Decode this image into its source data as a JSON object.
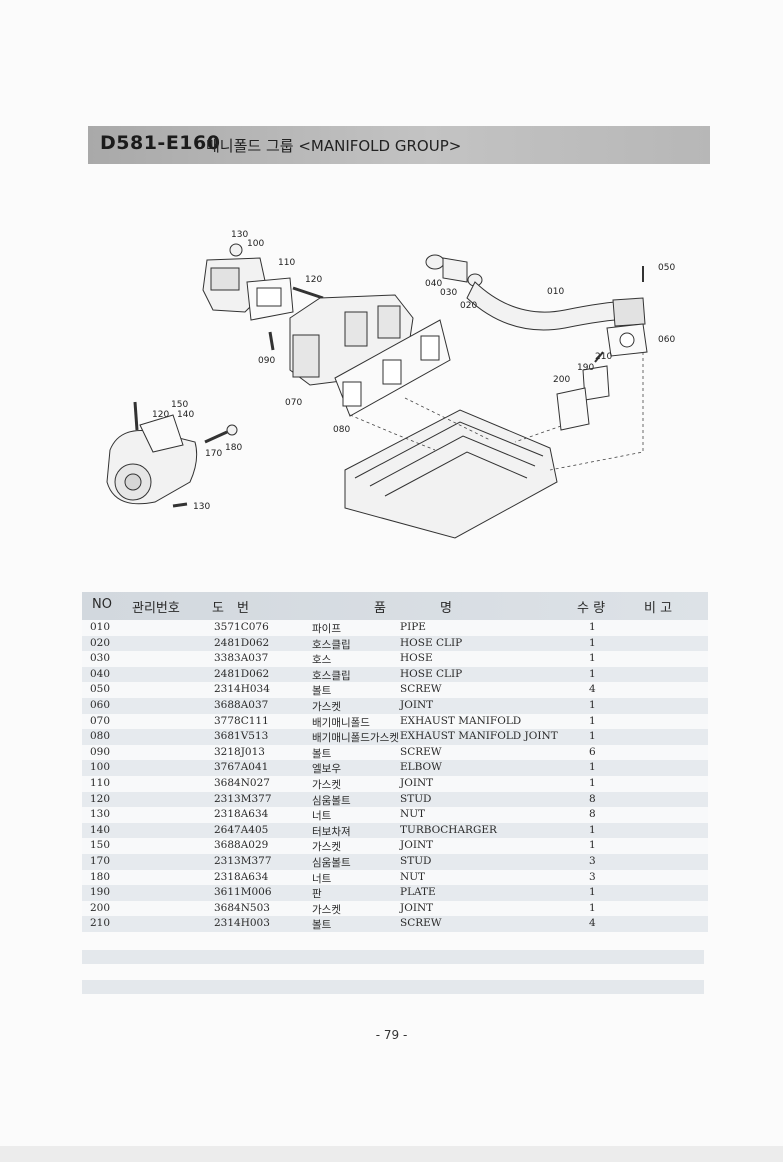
{
  "title": {
    "code": "D581-E160",
    "name": "매니폴드 그룹 <MANIFOLD GROUP>"
  },
  "diagram_labels": [
    "130",
    "100",
    "110",
    "120",
    "090",
    "070",
    "080",
    "150",
    "120",
    "140",
    "170",
    "180",
    "130",
    "040",
    "030",
    "020",
    "010",
    "050",
    "060",
    "210",
    "190",
    "200"
  ],
  "table": {
    "headers": {
      "no": "NO",
      "mgmt": "관리번호",
      "drawing": "도　번",
      "name_a": "품",
      "name_b": "명",
      "qty": "수 량",
      "remark": "비 고"
    },
    "rows": [
      {
        "no": "010",
        "part": "3571C076",
        "kr": "파이프",
        "en": "PIPE",
        "qty": "1"
      },
      {
        "no": "020",
        "part": "2481D062",
        "kr": "호스클립",
        "en": "HOSE CLIP",
        "qty": "1"
      },
      {
        "no": "030",
        "part": "3383A037",
        "kr": "호스",
        "en": "HOSE",
        "qty": "1"
      },
      {
        "no": "040",
        "part": "2481D062",
        "kr": "호스클립",
        "en": "HOSE CLIP",
        "qty": "1"
      },
      {
        "no": "050",
        "part": "2314H034",
        "kr": "볼트",
        "en": "SCREW",
        "qty": "4"
      },
      {
        "no": "060",
        "part": "3688A037",
        "kr": "가스켓",
        "en": "JOINT",
        "qty": "1"
      },
      {
        "no": "070",
        "part": "3778C111",
        "kr": "배기매니폴드",
        "en": "EXHAUST MANIFOLD",
        "qty": "1"
      },
      {
        "no": "080",
        "part": "3681V513",
        "kr": "배기매니폴드가스켓",
        "en": "EXHAUST MANIFOLD JOINT",
        "qty": "1"
      },
      {
        "no": "090",
        "part": "3218J013",
        "kr": "볼트",
        "en": "SCREW",
        "qty": "6"
      },
      {
        "no": "100",
        "part": "3767A041",
        "kr": "엘보우",
        "en": "ELBOW",
        "qty": "1"
      },
      {
        "no": "110",
        "part": "3684N027",
        "kr": "가스켓",
        "en": "JOINT",
        "qty": "1"
      },
      {
        "no": "120",
        "part": "2313M377",
        "kr": "심움볼트",
        "en": "STUD",
        "qty": "8"
      },
      {
        "no": "130",
        "part": "2318A634",
        "kr": "너트",
        "en": "NUT",
        "qty": "8"
      },
      {
        "no": "140",
        "part": "2647A405",
        "kr": "터보차져",
        "en": "TURBOCHARGER",
        "qty": "1"
      },
      {
        "no": "150",
        "part": "3688A029",
        "kr": "가스켓",
        "en": "JOINT",
        "qty": "1"
      },
      {
        "no": "170",
        "part": "2313M377",
        "kr": "심움볼트",
        "en": "STUD",
        "qty": "3"
      },
      {
        "no": "180",
        "part": "2318A634",
        "kr": "너트",
        "en": "NUT",
        "qty": "3"
      },
      {
        "no": "190",
        "part": "3611M006",
        "kr": "판",
        "en": "PLATE",
        "qty": "1"
      },
      {
        "no": "200",
        "part": "3684N503",
        "kr": "가스켓",
        "en": "JOINT",
        "qty": "1"
      },
      {
        "no": "210",
        "part": "2314H003",
        "kr": "볼트",
        "en": "SCREW",
        "qty": "4"
      }
    ]
  },
  "page_number": "- 79 -"
}
